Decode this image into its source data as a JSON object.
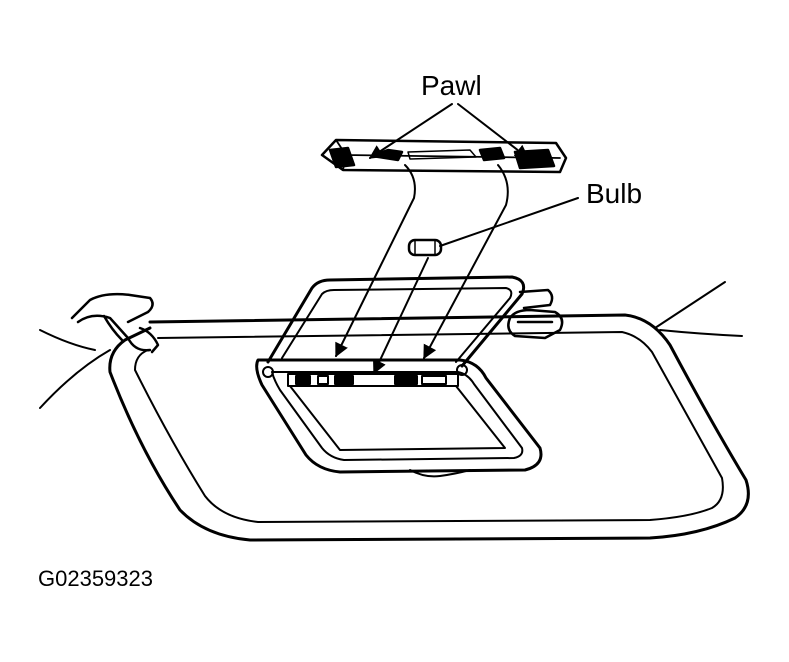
{
  "labels": {
    "pawl": "Pawl",
    "bulb": "Bulb"
  },
  "figure_id": "G02359323",
  "colors": {
    "ink": "#000000",
    "paper": "#ffffff"
  }
}
